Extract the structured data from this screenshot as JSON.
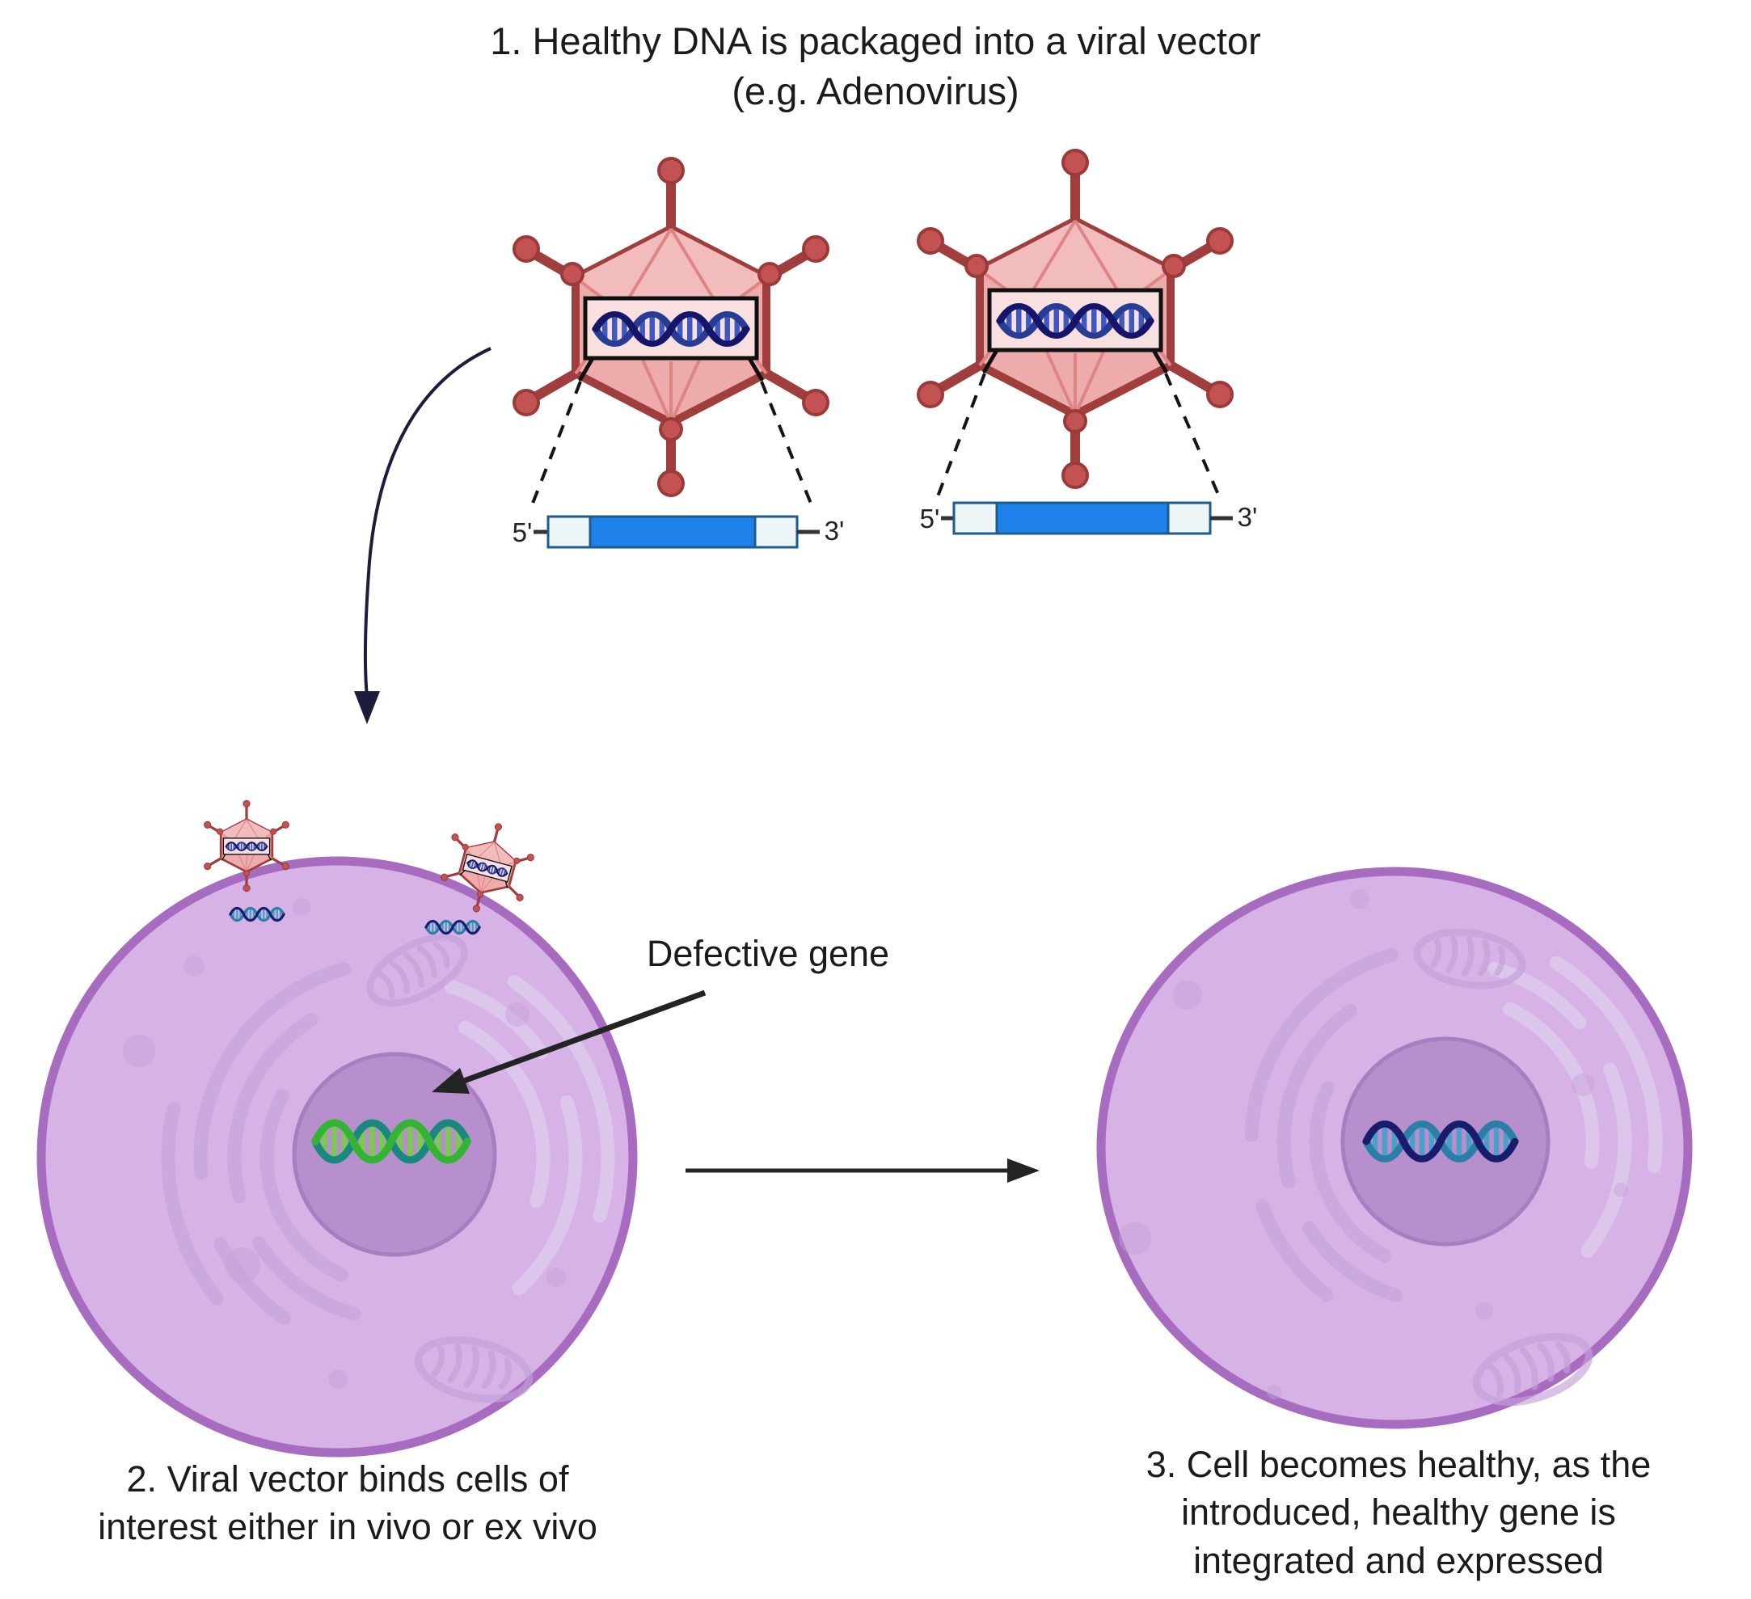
{
  "title": {
    "line1": "1. Healthy DNA is packaged into a viral vector",
    "line2": "(e.g. Adenovirus)"
  },
  "annotations": {
    "defective_gene": "Defective gene",
    "step2_line1": "2. Viral vector binds cells of",
    "step2_line2": "interest either in vivo or ex vivo",
    "step3_line1": "3. Cell becomes healthy, as the",
    "step3_line2": "introduced, healthy gene is",
    "step3_line3": "integrated and expressed"
  },
  "dna_constructs": {
    "left": {
      "five_prime_label": "5'",
      "three_prime_label": "3'"
    },
    "right": {
      "five_prime_label": "5'",
      "three_prime_label": "3'"
    }
  },
  "icons": [
    "adenovirus-icon",
    "dna-helix-icon",
    "dna-construct-bar",
    "cell-icon",
    "nucleus-icon",
    "mitochondrion-icon",
    "endoplasmic-reticulum-icon",
    "curved-arrow",
    "defective-gene-arrow",
    "transition-arrow"
  ],
  "colors": {
    "text": "#1b1b1b",
    "virus-fill": "#edabab",
    "virus-cap": "#f2bcbc",
    "virus-stroke": "#a03d3d",
    "virus-facet": "#de8484",
    "virus-ball": "#c35353",
    "virus-ball-stroke": "#9c3a3a",
    "box-fill": "#f8e0e0",
    "construct-blue": "#1e82ea",
    "construct-light": "#eef5f6",
    "construct-border": "#1d5c8e",
    "cell-fill": "#d6b2e6",
    "cell-membrane": "#a76cc0",
    "nucleus-fill": "#b88fcd",
    "nucleus-stroke": "#a87ec1",
    "organelle": "#c5a0da",
    "organelle-light": "#ddc8ec",
    "dna-navy": "#181c6b",
    "dna-steel": "#2b7fa6",
    "dna-rung-blue": "#4aa0c8",
    "dna-green": "#33b434",
    "dna-teal": "#19897f",
    "dna-rung-green": "#7cc94f",
    "arrow-dark": "#1c1c3c",
    "arrow-black": "#232323"
  }
}
